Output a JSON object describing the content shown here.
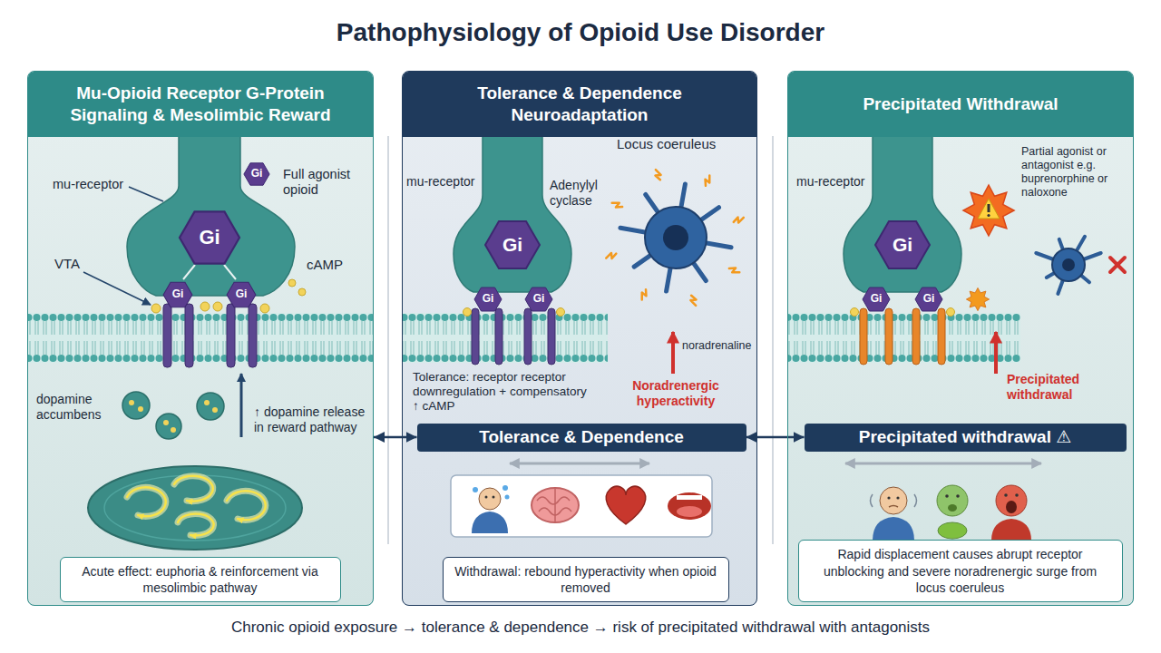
{
  "diagram": {
    "title": "Pathophysiology of Opioid Use Disorder",
    "caption": "Chronic opioid exposure → tolerance & dependence → risk of precipitated withdrawal with antagonists",
    "nodes": [
      {
        "text": [
          "Mu-Opioid Receptor G-Protein Signaling & Mesolimbic Reward"
        ]
      },
      {
        "text": [
          "Acute effect: euphoria & reinforcement via mesolimbic pathway"
        ],
        "in": 0
      },
      {
        "text": [
          "Tolerance & Dependence Neuroadaptation"
        ]
      },
      {
        "text": [
          "Tolerance & Dependence"
        ],
        "in": 2
      },
      {
        "text": [
          "Withdrawal: rebound hyperactivity when opioid removed"
        ],
        "in": 2
      },
      {
        "text": [
          "Precipitated Withdrawal"
        ]
      },
      {
        "text": [
          "Precipitated withdrawal ⚠"
        ],
        "in": 5
      },
      {
        "text": [
          "Rapid displacement causes abrupt receptor unblocking and severe noradrenergic surge from locus coeruleus"
        ],
        "in": 5
      }
    ],
    "edges": [
      {
        "from": 0,
        "to": 3,
        "arrow": "both"
      },
      {
        "from": 3,
        "to": 6,
        "arrow": "both"
      }
    ],
    "labels": [
      "mu-receptor",
      "Gi",
      "Gi",
      "Full agonist opioid",
      "VTA",
      "Gi",
      "Gi",
      "cAMP",
      "dopamine accumbens",
      "↑ dopamine release in reward pathway",
      "mu-receptor",
      "Adenylyl cyclase",
      "Gi",
      "Locus coeruleus",
      "Gi",
      "Gi",
      "noradrenaline",
      "Tolerance: receptor receptor downregulation + compensatory ↑ cAMP",
      "Noradrenergic hyperactivity",
      "mu-receptor",
      "Partial agonist or antagonist e.g. buprenorphine or naloxone",
      "Gi",
      "Gi",
      "Gi",
      "Precipitated withdrawal"
    ]
  }
}
